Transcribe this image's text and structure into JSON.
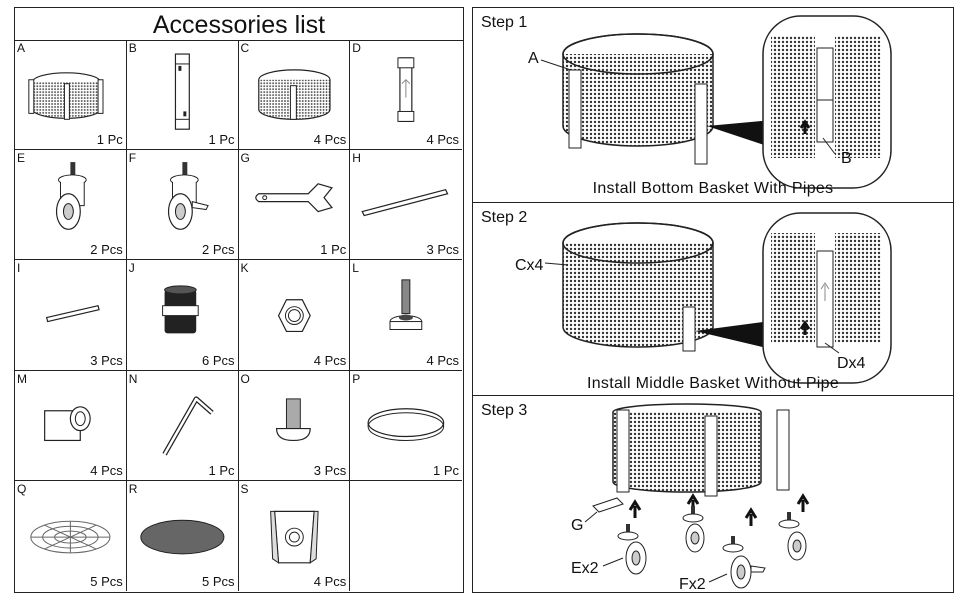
{
  "accessories": {
    "title": "Accessories list",
    "items": [
      {
        "letter": "A",
        "qty": "1 Pc",
        "icon": "bottom-basket-with-pipes-icon"
      },
      {
        "letter": "B",
        "qty": "1 Pc",
        "icon": "pipe-icon"
      },
      {
        "letter": "C",
        "qty": "4 Pcs",
        "icon": "basket-ring-icon"
      },
      {
        "letter": "D",
        "qty": "4 Pcs",
        "icon": "connector-sleeve-icon"
      },
      {
        "letter": "E",
        "qty": "2 Pcs",
        "icon": "caster-wheel-icon"
      },
      {
        "letter": "F",
        "qty": "2 Pcs",
        "icon": "locking-caster-wheel-icon"
      },
      {
        "letter": "G",
        "qty": "1 Pc",
        "icon": "wrench-icon"
      },
      {
        "letter": "H",
        "qty": "3 Pcs",
        "icon": "long-rod-icon"
      },
      {
        "letter": "I",
        "qty": "3 Pcs",
        "icon": "short-rod-icon"
      },
      {
        "letter": "J",
        "qty": "6 Pcs",
        "icon": "coupling-icon"
      },
      {
        "letter": "K",
        "qty": "4 Pcs",
        "icon": "hex-nut-icon"
      },
      {
        "letter": "L",
        "qty": "4 Pcs",
        "icon": "threaded-foot-icon"
      },
      {
        "letter": "M",
        "qty": "4 Pcs",
        "icon": "pipe-clamp-icon"
      },
      {
        "letter": "N",
        "qty": "1 Pc",
        "icon": "allen-key-icon"
      },
      {
        "letter": "O",
        "qty": "3 Pcs",
        "icon": "bolt-icon"
      },
      {
        "letter": "P",
        "qty": "1 Pc",
        "icon": "ring-frame-icon"
      },
      {
        "letter": "Q",
        "qty": "5 Pcs",
        "icon": "round-grid-icon"
      },
      {
        "letter": "R",
        "qty": "5 Pcs",
        "icon": "round-disc-icon"
      },
      {
        "letter": "S",
        "qty": "4 Pcs",
        "icon": "mounting-bracket-icon"
      },
      {
        "letter": "",
        "qty": "",
        "icon": ""
      }
    ]
  },
  "steps": [
    {
      "label": "Step 1",
      "caption": "Install Bottom Basket With Pipes",
      "callouts": [
        "A",
        "B"
      ]
    },
    {
      "label": "Step 2",
      "caption": "Install Middle Basket Without Pipe",
      "callouts": [
        "Cx4",
        "Dx4"
      ]
    },
    {
      "label": "Step 3",
      "caption": "",
      "callouts": [
        "G",
        "Ex2",
        "Fx2"
      ]
    }
  ]
}
